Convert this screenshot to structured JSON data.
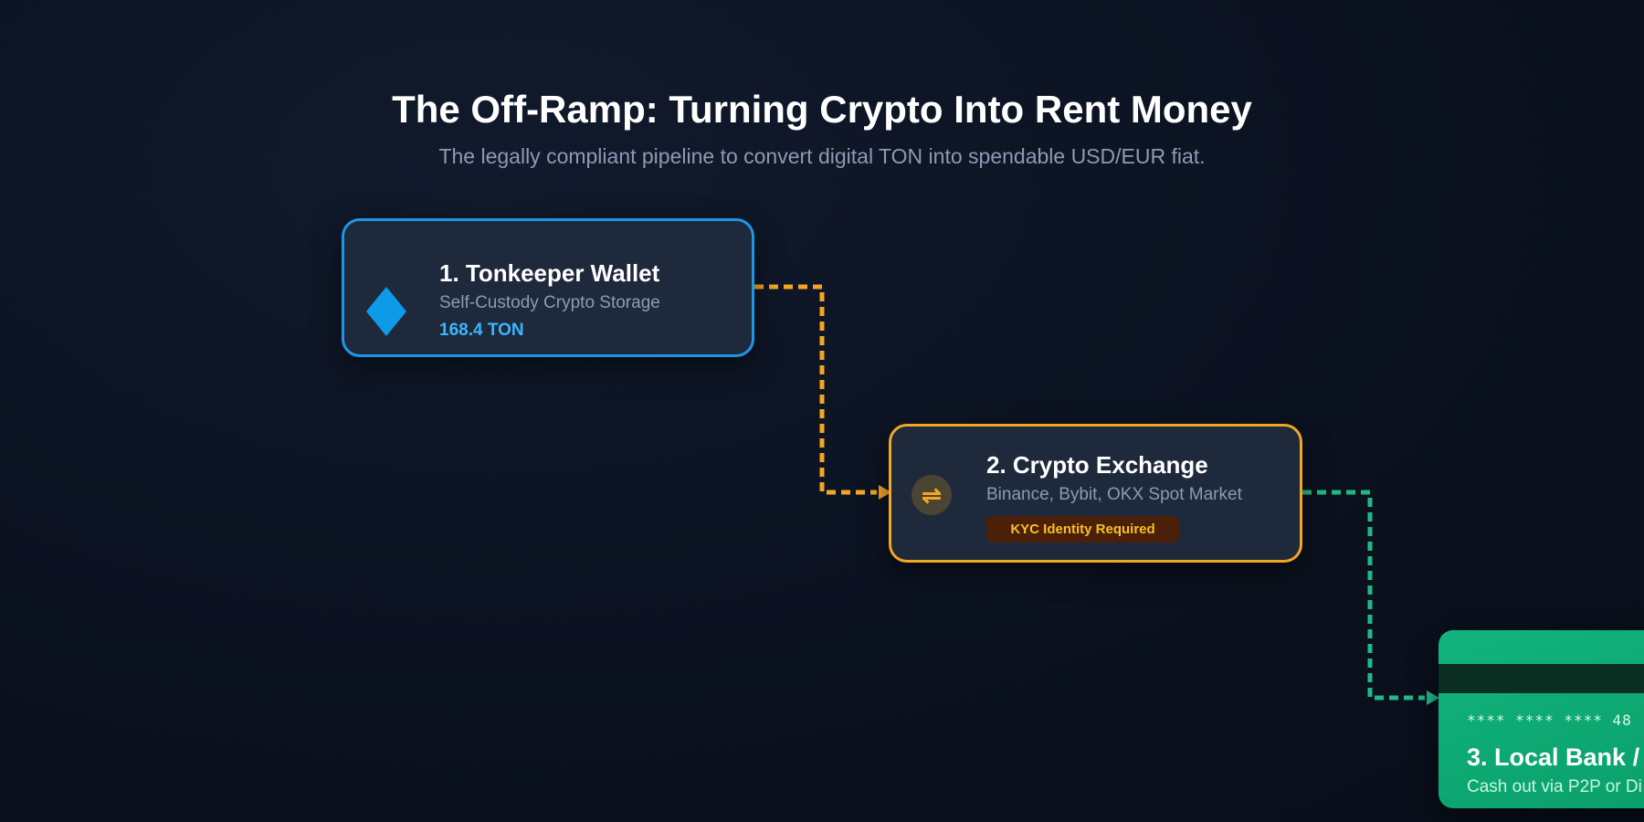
{
  "header": {
    "title": "The Off-Ramp: Turning Crypto Into Rent Money",
    "subtitle": "The legally compliant pipeline to convert digital TON into spendable USD/EUR fiat."
  },
  "nodes": {
    "wallet": {
      "title": "1. Tonkeeper Wallet",
      "subtitle": "Self-Custody Crypto Storage",
      "balance": "168.4 TON",
      "icon": "diamond-icon",
      "color": "#1e96e6"
    },
    "exchange": {
      "title": "2. Crypto Exchange",
      "subtitle": "Binance, Bybit, OKX Spot Market",
      "badge": "KYC Identity Required",
      "icon": "swap-icon",
      "icon_glyph": "⇌",
      "color": "#f2a623"
    },
    "bank": {
      "card_number": "**** **** **** 48",
      "title": "3. Local Bank /",
      "subtitle": "Cash out via P2P or Di",
      "color": "#10b37b"
    }
  },
  "connectors": {
    "wallet_to_exchange_color": "#f2a623",
    "exchange_to_bank_color": "#22b886"
  }
}
